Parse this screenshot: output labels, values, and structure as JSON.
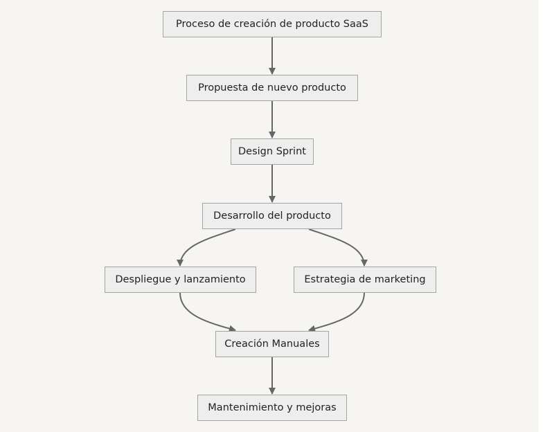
{
  "diagram": {
    "type": "flowchart",
    "nodes": {
      "proceso": "Proceso de creación de producto SaaS",
      "propuesta": "Propuesta de nuevo producto",
      "design_sprint": "Design Sprint",
      "desarrollo": "Desarrollo del producto",
      "despliegue": "Despliegue y lanzamiento",
      "estrategia": "Estrategia de marketing",
      "manuales": "Creación Manuales",
      "mantenimiento": "Mantenimiento y mejoras"
    },
    "edges": [
      [
        "proceso",
        "propuesta"
      ],
      [
        "propuesta",
        "design_sprint"
      ],
      [
        "design_sprint",
        "desarrollo"
      ],
      [
        "desarrollo",
        "despliegue"
      ],
      [
        "desarrollo",
        "estrategia"
      ],
      [
        "despliegue",
        "manuales"
      ],
      [
        "estrategia",
        "manuales"
      ],
      [
        "manuales",
        "mantenimiento"
      ]
    ],
    "colors": {
      "background": "#f6f5f2",
      "node_fill": "#eeeeee",
      "node_border": "#a3a3a3",
      "edge": "#666666",
      "text": "#222222"
    }
  }
}
